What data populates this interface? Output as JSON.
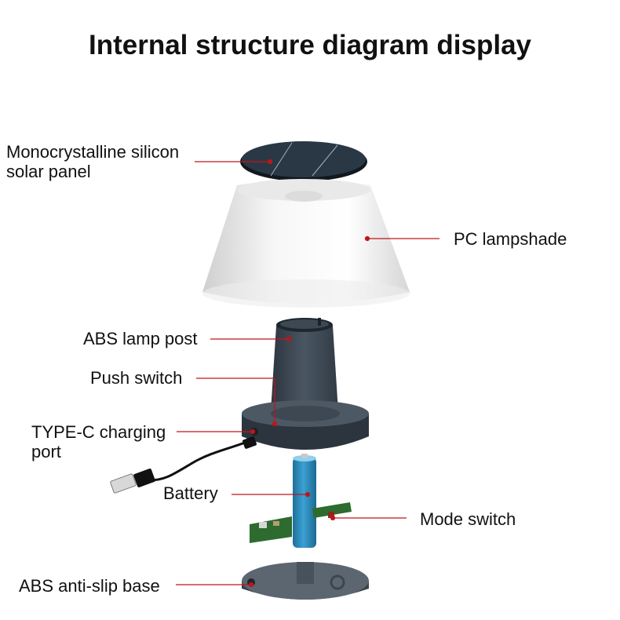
{
  "title": "Internal structure diagram display",
  "labels": {
    "solar_panel": "Monocrystalline silicon\nsolar panel",
    "lampshade": "PC lampshade",
    "lamp_post": "ABS lamp post",
    "push_switch": "Push switch",
    "charging_port": "TYPE-C charging\nport",
    "battery": "Battery",
    "mode_switch": "Mode switch",
    "base": "ABS anti-slip base"
  },
  "colors": {
    "leader_line": "#c0141c",
    "post": "#3f4a55",
    "battery": "#2f8fc0",
    "pcb": "#2e6b2e",
    "panel": "#1e2a33",
    "shade": "#f2f2f2"
  }
}
